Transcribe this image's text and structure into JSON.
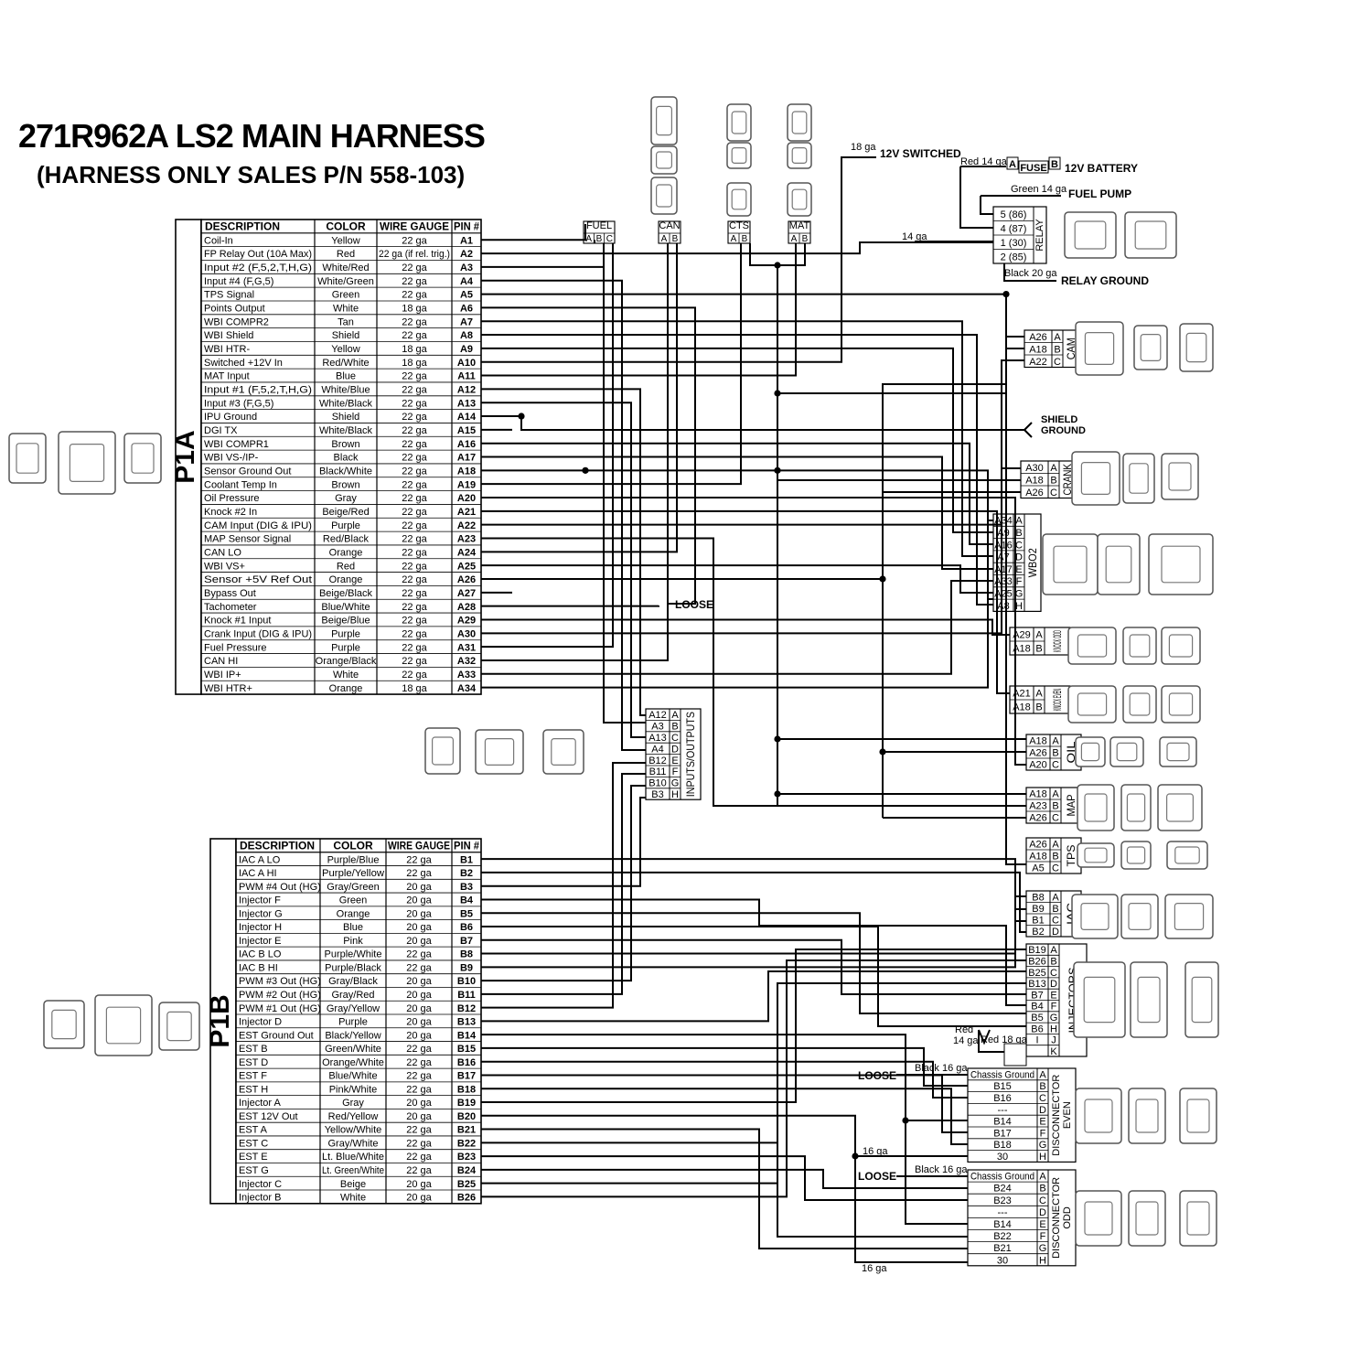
{
  "title": "271R962A LS2 MAIN HARNESS",
  "subtitle": "(HARNESS ONLY SALES P/N 558-103)",
  "table_headers": {
    "description": "DESCRIPTION",
    "color": "COLOR",
    "gauge": "WIRE GAUGE",
    "pin": "PIN #"
  },
  "p1a": {
    "label": "P1A",
    "rows": [
      [
        "Coil-In",
        "Yellow",
        "22 ga",
        "A1"
      ],
      [
        "FP Relay Out (10A Max)",
        "Red",
        "22 ga (if rel. trig.)",
        "A2"
      ],
      [
        "Input #2 (F,5,2,T,H,G)",
        "White/Red",
        "22 ga",
        "A3"
      ],
      [
        "Input #4 (F,G,5)",
        "White/Green",
        "22 ga",
        "A4"
      ],
      [
        "TPS Signal",
        "Green",
        "22 ga",
        "A5"
      ],
      [
        "Points Output",
        "White",
        "18 ga",
        "A6"
      ],
      [
        "WBI COMPR2",
        "Tan",
        "22 ga",
        "A7"
      ],
      [
        "WBI Shield",
        "Shield",
        "22 ga",
        "A8"
      ],
      [
        "WBI HTR-",
        "Yellow",
        "18 ga",
        "A9"
      ],
      [
        "Switched +12V In",
        "Red/White",
        "18 ga",
        "A10"
      ],
      [
        "MAT Input",
        "Blue",
        "22 ga",
        "A11"
      ],
      [
        "Input #1 (F,5,2,T,H,G)",
        "White/Blue",
        "22 ga",
        "A12"
      ],
      [
        "Input #3 (F,G,5)",
        "White/Black",
        "22 ga",
        "A13"
      ],
      [
        "IPU Ground",
        "Shield",
        "22 ga",
        "A14"
      ],
      [
        "DGI TX",
        "White/Black",
        "22 ga",
        "A15"
      ],
      [
        "WBI COMPR1",
        "Brown",
        "22 ga",
        "A16"
      ],
      [
        "WBI VS-/IP-",
        "Black",
        "22 ga",
        "A17"
      ],
      [
        "Sensor Ground Out",
        "Black/White",
        "22 ga",
        "A18"
      ],
      [
        "Coolant Temp In",
        "Brown",
        "22 ga",
        "A19"
      ],
      [
        "Oil Pressure",
        "Gray",
        "22 ga",
        "A20"
      ],
      [
        "Knock #2 In",
        "Beige/Red",
        "22 ga",
        "A21"
      ],
      [
        "CAM Input (DIG & IPU)",
        "Purple",
        "22 ga",
        "A22"
      ],
      [
        "MAP Sensor Signal",
        "Red/Black",
        "22 ga",
        "A23"
      ],
      [
        "CAN LO",
        "Orange",
        "22 ga",
        "A24"
      ],
      [
        "WBI VS+",
        "Red",
        "22 ga",
        "A25"
      ],
      [
        "Sensor +5V Ref Out",
        "Orange",
        "22 ga",
        "A26"
      ],
      [
        "Bypass Out",
        "Beige/Black",
        "22 ga",
        "A27"
      ],
      [
        "Tachometer",
        "Blue/White",
        "22 ga",
        "A28"
      ],
      [
        "Knock #1 Input",
        "Beige/Blue",
        "22 ga",
        "A29"
      ],
      [
        "Crank Input (DIG & IPU)",
        "Purple",
        "22 ga",
        "A30"
      ],
      [
        "Fuel Pressure",
        "Purple",
        "22 ga",
        "A31"
      ],
      [
        "CAN HI",
        "Orange/Black",
        "22 ga",
        "A32"
      ],
      [
        "WBI IP+",
        "White",
        "22 ga",
        "A33"
      ],
      [
        "WBI HTR+",
        "Orange",
        "18 ga",
        "A34"
      ]
    ]
  },
  "p1b": {
    "label": "P1B",
    "rows": [
      [
        "IAC A LO",
        "Purple/Blue",
        "22 ga",
        "B1"
      ],
      [
        "IAC A HI",
        "Purple/Yellow",
        "22 ga",
        "B2"
      ],
      [
        "PWM #4 Out (HG)",
        "Gray/Green",
        "20 ga",
        "B3"
      ],
      [
        "Injector F",
        "Green",
        "20 ga",
        "B4"
      ],
      [
        "Injector G",
        "Orange",
        "20 ga",
        "B5"
      ],
      [
        "Injector H",
        "Blue",
        "20 ga",
        "B6"
      ],
      [
        "Injector E",
        "Pink",
        "20 ga",
        "B7"
      ],
      [
        "IAC B LO",
        "Purple/White",
        "22 ga",
        "B8"
      ],
      [
        "IAC B HI",
        "Purple/Black",
        "22 ga",
        "B9"
      ],
      [
        "PWM #3 Out (HG)",
        "Gray/Black",
        "20 ga",
        "B10"
      ],
      [
        "PWM #2 Out (HG)",
        "Gray/Red",
        "20 ga",
        "B11"
      ],
      [
        "PWM #1 Out (HG)",
        "Gray/Yellow",
        "20 ga",
        "B12"
      ],
      [
        "Injector D",
        "Purple",
        "20 ga",
        "B13"
      ],
      [
        "EST Ground Out",
        "Black/Yellow",
        "20 ga",
        "B14"
      ],
      [
        "EST B",
        "Green/White",
        "22 ga",
        "B15"
      ],
      [
        "EST D",
        "Orange/White",
        "22 ga",
        "B16"
      ],
      [
        "EST F",
        "Blue/White",
        "22 ga",
        "B17"
      ],
      [
        "EST H",
        "Pink/White",
        "22 ga",
        "B18"
      ],
      [
        "Injector A",
        "Gray",
        "20 ga",
        "B19"
      ],
      [
        "EST 12V Out",
        "Red/Yellow",
        "20 ga",
        "B20"
      ],
      [
        "EST A",
        "Yellow/White",
        "22 ga",
        "B21"
      ],
      [
        "EST C",
        "Gray/White",
        "22 ga",
        "B22"
      ],
      [
        "EST E",
        "Lt. Blue/White",
        "22 ga",
        "B23"
      ],
      [
        "EST G",
        "Lt. Green/White",
        "22 ga",
        "B24"
      ],
      [
        "Injector C",
        "Beige",
        "20 ga",
        "B25"
      ],
      [
        "Injector B",
        "White",
        "20 ga",
        "B26"
      ]
    ]
  },
  "top_connectors": [
    {
      "name": "FUEL",
      "pins": [
        "A",
        "B",
        "C"
      ]
    },
    {
      "name": "CAN",
      "pins": [
        "A",
        "B"
      ]
    },
    {
      "name": "CTS",
      "pins": [
        "A",
        "B"
      ]
    },
    {
      "name": "MAT",
      "pins": [
        "A",
        "B"
      ]
    }
  ],
  "power_labels": {
    "switched_gauge": "18 ga",
    "switched": "12V SWITCHED",
    "battery_wire": "Red 14 ga",
    "fuse_a": "A",
    "fuse": "FUSE",
    "fuse_b": "B",
    "battery": "12V BATTERY",
    "pump_wire": "Green 14 ga",
    "pump": "FUEL PUMP",
    "relay_feed_gauge": "14 ga",
    "relay_ground_wire": "Black 20 ga",
    "relay_ground": "RELAY GROUND"
  },
  "relay": {
    "name": "RELAY",
    "pins": [
      "5 (86)",
      "4 (87)",
      "1 (30)",
      "2 (85)"
    ]
  },
  "shield_ground": [
    "SHIELD",
    "GROUND"
  ],
  "loose": "LOOSE",
  "right_connectors": [
    {
      "name": "CAM",
      "pins": [
        [
          "A26",
          "A"
        ],
        [
          "A18",
          "B"
        ],
        [
          "A22",
          "C"
        ]
      ]
    },
    {
      "name": "CRANK",
      "pins": [
        [
          "A30",
          "A"
        ],
        [
          "A18",
          "B"
        ],
        [
          "A26",
          "C"
        ]
      ]
    },
    {
      "name": "WBO2",
      "pins": [
        [
          "A34",
          "A"
        ],
        [
          "A9",
          "B"
        ],
        [
          "A16",
          "C"
        ],
        [
          "A7",
          "D"
        ],
        [
          "A17",
          "E"
        ],
        [
          "A33",
          "F"
        ],
        [
          "A25",
          "G"
        ],
        [
          "A8",
          "H"
        ]
      ]
    },
    {
      "name": "KNOCK ODD",
      "pins": [
        [
          "A29",
          "A"
        ],
        [
          "A18",
          "B"
        ]
      ]
    },
    {
      "name": "KNOCK EVEN",
      "pins": [
        [
          "A21",
          "A"
        ],
        [
          "A18",
          "B"
        ]
      ]
    },
    {
      "name": "OIL",
      "pins": [
        [
          "A18",
          "A"
        ],
        [
          "A26",
          "B"
        ],
        [
          "A20",
          "C"
        ]
      ]
    },
    {
      "name": "MAP",
      "pins": [
        [
          "A18",
          "A"
        ],
        [
          "A23",
          "B"
        ],
        [
          "A26",
          "C"
        ]
      ]
    },
    {
      "name": "TPS",
      "pins": [
        [
          "A26",
          "A"
        ],
        [
          "A18",
          "B"
        ],
        [
          "A5",
          "C"
        ]
      ]
    },
    {
      "name": "IAC",
      "pins": [
        [
          "B8",
          "A"
        ],
        [
          "B9",
          "B"
        ],
        [
          "B1",
          "C"
        ],
        [
          "B2",
          "D"
        ]
      ]
    },
    {
      "name": "INJECTORS",
      "pins": [
        [
          "B19",
          "A"
        ],
        [
          "B26",
          "B"
        ],
        [
          "B25",
          "C"
        ],
        [
          "B13",
          "D"
        ],
        [
          "B7",
          "E"
        ],
        [
          "B4",
          "F"
        ],
        [
          "B5",
          "G"
        ],
        [
          "B6",
          "H"
        ],
        [
          "I",
          "J"
        ],
        [
          "",
          "K"
        ]
      ]
    }
  ],
  "io_connector": {
    "name": "INPUTS/OUTPUTS",
    "pins": [
      [
        "A12",
        "A"
      ],
      [
        "A3",
        "B"
      ],
      [
        "A13",
        "C"
      ],
      [
        "A4",
        "D"
      ],
      [
        "B12",
        "E"
      ],
      [
        "B11",
        "F"
      ],
      [
        "B10",
        "G"
      ],
      [
        "B3",
        "H"
      ]
    ]
  },
  "injector_power": {
    "red14": [
      "Red",
      "14 ga"
    ],
    "red18": "Red 18 ga"
  },
  "disconnectors": [
    {
      "name": "DISCONNECTOR EVEN",
      "wire": "Black 16 ga",
      "gauge": "16 ga",
      "pins": [
        [
          "Chassis Ground",
          "A"
        ],
        [
          "B15",
          "B"
        ],
        [
          "B16",
          "C"
        ],
        [
          "---",
          "D"
        ],
        [
          "B14",
          "E"
        ],
        [
          "B17",
          "F"
        ],
        [
          "B18",
          "G"
        ],
        [
          "30",
          "H"
        ]
      ]
    },
    {
      "name": "DISCONNECTOR ODD",
      "wire": "Black 16 ga",
      "gauge": "16 ga",
      "pins": [
        [
          "Chassis Ground",
          "A"
        ],
        [
          "B24",
          "B"
        ],
        [
          "B23",
          "C"
        ],
        [
          "---",
          "D"
        ],
        [
          "B14",
          "E"
        ],
        [
          "B22",
          "F"
        ],
        [
          "B21",
          "G"
        ],
        [
          "30",
          "H"
        ]
      ]
    }
  ]
}
